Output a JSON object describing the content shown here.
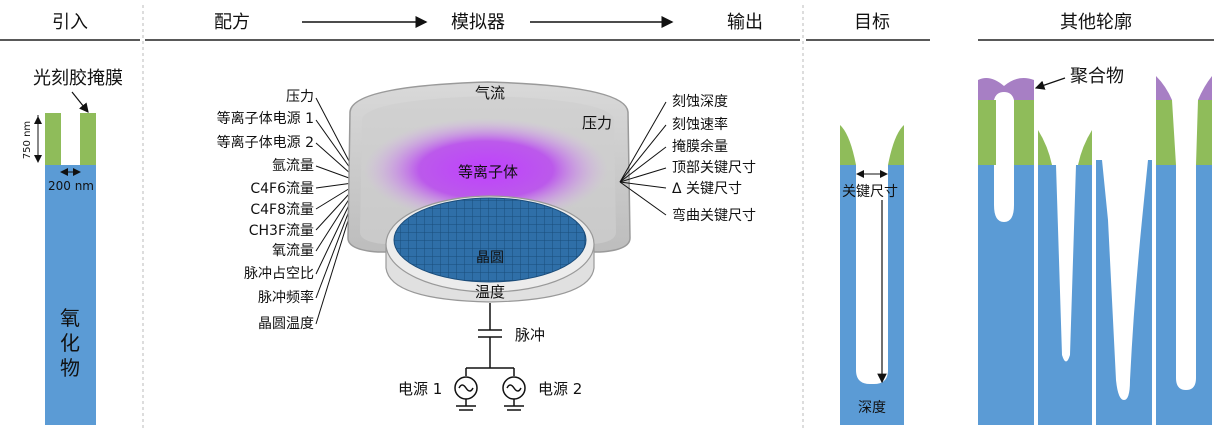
{
  "headers": {
    "intro": "引入",
    "recipe": "配方",
    "simulator": "模拟器",
    "output": "输出",
    "target": "目标",
    "other": "其他轮廓"
  },
  "intro": {
    "mask_label": "光刻胶掩膜",
    "dim_750": "750 nm",
    "dim_200": "200 nm",
    "oxide_label": [
      "氧",
      "化",
      "物"
    ]
  },
  "inputs": [
    "压力",
    "等离子体电源 1",
    "等离子体电源 2",
    "氩流量",
    "C4F6流量",
    "C4F8流量",
    "CH3F流量",
    "氧流量",
    "脉冲占空比",
    "脉冲频率",
    "晶圆温度"
  ],
  "chamber": {
    "gas_flow": "气流",
    "pressure": "压力",
    "plasma": "等离子体",
    "wafer": "晶圆",
    "temperature": "温度",
    "pulse": "脉冲",
    "source1": "电源 1",
    "source2": "电源 2"
  },
  "outputs": [
    "刻蚀深度",
    "刻蚀速率",
    "掩膜余量",
    "顶部关键尺寸",
    "Δ 关键尺寸",
    "弯曲关键尺寸"
  ],
  "target": {
    "cd_label": "关键尺寸",
    "depth_label": "深度"
  },
  "other": {
    "polymer_label": "聚合物"
  },
  "colors": {
    "oxide": "#5b9bd5",
    "mask": "#8fbc5a",
    "polymer": "#a77fc4",
    "plasma": "#b845f0",
    "wafer": "#2f6fa8"
  }
}
